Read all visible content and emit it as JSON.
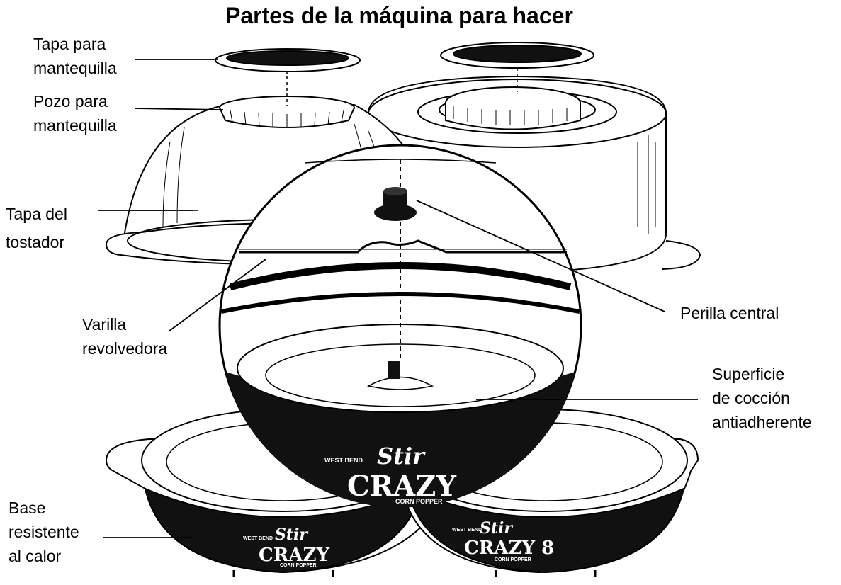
{
  "title": "Partes de la máquina para hacer",
  "labels": {
    "butter_lid": "Tapa para\nmantequilla",
    "butter_well": "Pozo para\nmantequilla",
    "popper_lid": "Tapa del\ntostador",
    "stir_rod": "Varilla\nrevolvedora",
    "center_knob": "Perilla central",
    "nonstick_surface": "Superficie\nde cocción\nantiadherente",
    "heat_base": "Base\nresistente\nal calor"
  },
  "logos": {
    "center": {
      "maker": "WEST BEND",
      "word1": "Stir",
      "word2": "CRAZY",
      "word3": "CORN POPPER"
    },
    "left": {
      "maker": "WEST BEND",
      "word1": "Stir",
      "word2": "CRAZY",
      "word3": "CORN POPPER"
    },
    "right": {
      "maker": "WEST BEND",
      "word1": "Stir",
      "word2": "CRAZY 8",
      "word3": "CORN POPPER"
    }
  },
  "colors": {
    "ink": "#000000",
    "paper": "#ffffff",
    "shade": "#1a1a1a"
  }
}
